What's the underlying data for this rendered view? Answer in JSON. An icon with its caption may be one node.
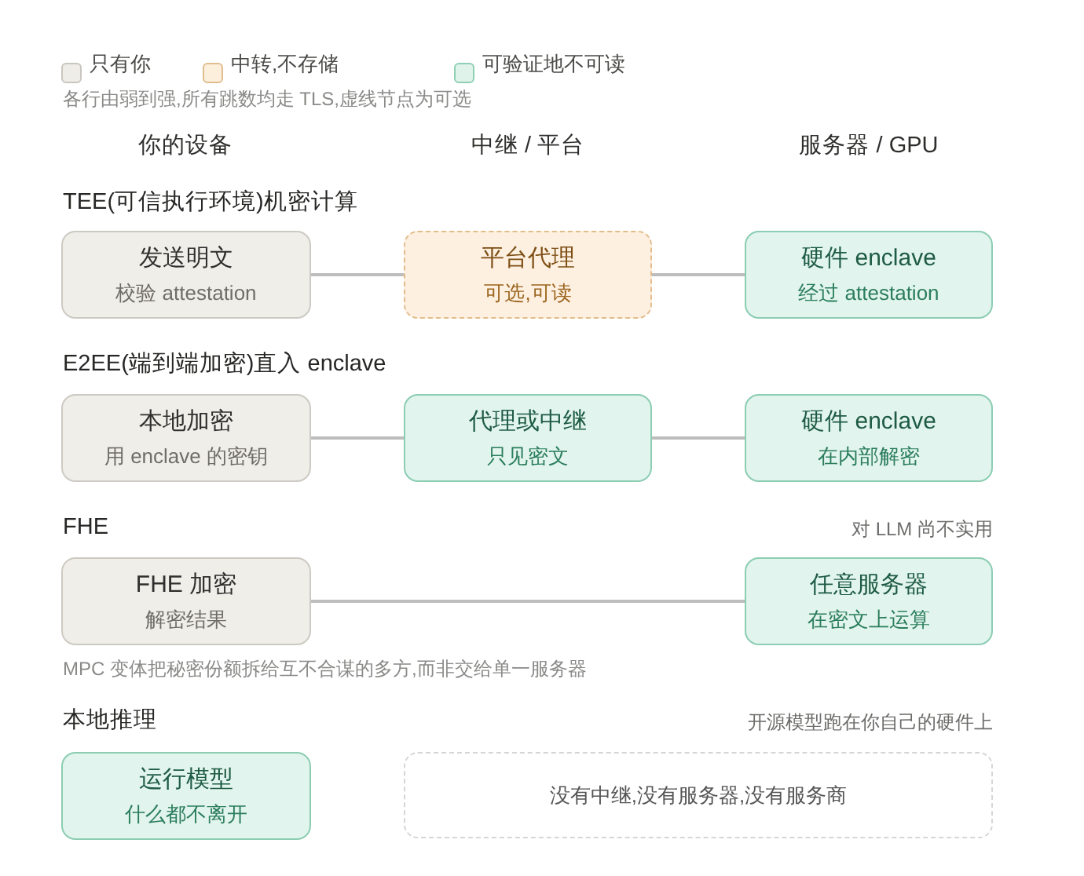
{
  "diagram": {
    "nodes": [
      {
        "text": [
          "发送明文",
          "校验 attestation"
        ]
      },
      {
        "text": [
          "平台代理",
          "可选,可读"
        ]
      },
      {
        "text": [
          "硬件 enclave",
          "经过 attestation"
        ]
      },
      {
        "text": [
          "本地加密",
          "用 enclave 的密钥"
        ]
      },
      {
        "text": [
          "代理或中继",
          "只见密文"
        ]
      },
      {
        "text": [
          "硬件 enclave",
          "在内部解密"
        ]
      },
      {
        "text": [
          "FHE 加密",
          "解密结果"
        ]
      },
      {
        "text": [
          "任意服务器",
          "在密文上运算"
        ]
      },
      {
        "text": [
          "运行模型",
          "什么都不离开"
        ]
      },
      {
        "text": [
          "没有中继,没有服务器,没有服务商"
        ]
      }
    ],
    "edges": [
      {
        "from": 0,
        "to": 1,
        "arrow": "none"
      },
      {
        "from": 1,
        "to": 2,
        "arrow": "none"
      },
      {
        "from": 3,
        "to": 4,
        "arrow": "none"
      },
      {
        "from": 4,
        "to": 5,
        "arrow": "none"
      },
      {
        "from": 6,
        "to": 7,
        "arrow": "none"
      }
    ],
    "labels": [
      "各行由弱到强,所有跳数均走 TLS,虚线节点为可选",
      "你的设备",
      "中继 / 平台",
      "服务器 / GPU",
      "TEE(可信执行环境)机密计算",
      "E2EE(端到端加密)直入 enclave",
      "FHE",
      "对 LLM 尚不实用",
      "MPC 变体把秘密份额拆给互不合谋的多方,而非交给单一服务器",
      "本地推理",
      "开源模型跑在你自己的硬件上"
    ],
    "legend": [
      {
        "text": "只有你",
        "color": "#efede8"
      },
      {
        "text": "中转,不存储",
        "color": "#fcefdc"
      },
      {
        "text": "可验证地不可读",
        "color": "#dff3ea"
      }
    ]
  }
}
